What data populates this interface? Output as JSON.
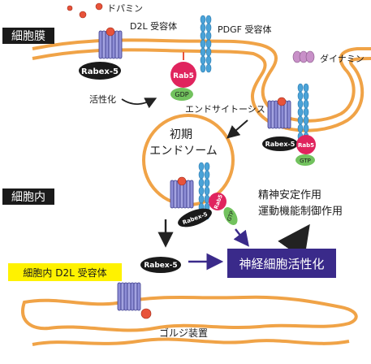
{
  "labels": {
    "cell_membrane": "細胞膜",
    "intracellular": "細胞内",
    "dopamine": "ドパミン",
    "d2l_receptor": "D2L 受容体",
    "pdgf_receptor": "PDGF 受容体",
    "dynamin": "ダイナミン",
    "activation": "活性化",
    "endocytosis": "エンドサイトーシス",
    "early_endosome_line1": "初期",
    "early_endosome_line2": "エンドソーム",
    "intracellular_d2l": "細胞内 D2L 受容体",
    "golgi": "ゴルジ装置",
    "neuron_activation": "神経細胞活性化",
    "effect_line1": "精神安定作用",
    "effect_line2": "運動機能制御作用"
  },
  "proteins": {
    "rabex5": "Rabex-5",
    "rab5": "Rab5",
    "gdp": "GDP",
    "gtp": "GTP"
  },
  "colors": {
    "membrane": "#f0a347",
    "receptor_fill": "#8e8ed6",
    "receptor_stroke": "#3c3c8c",
    "dopamine": "#e8533a",
    "rab5": "#e0245e",
    "gdp_gtp": "#72c25e",
    "pdgf": "#4aa3d8",
    "dynamin": "#c890c8",
    "neuron_box": "#3a2a8a",
    "highlight": "#fff200"
  }
}
